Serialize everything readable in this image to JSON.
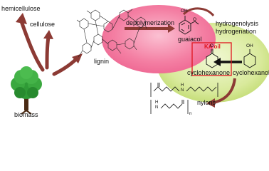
{
  "labels": {
    "hemicellulose": "hemicellulose",
    "cellulose": "cellulose",
    "lignin": "lignin",
    "biomass": "biomass",
    "depolymerization": "depolymerization",
    "hydrogenolysis": "hydrogenolysis",
    "hydrogenation": "hydrogenation",
    "guaiacol": "guaiacol",
    "ka_oil": "KA oil",
    "cyclohexanone": "cyclohexanone",
    "cyclohexanol": "cyclohexanol",
    "nylons": "nylons",
    "oh_guaiacol": "OH",
    "methoxy": "O",
    "oh_cyclohexanol": "OH",
    "ketone_o": "O",
    "amide_n1": "N",
    "amide_h1": "H",
    "amide_n2": "N",
    "amide_h2": "H",
    "n_sub": "n"
  },
  "colors": {
    "arrow_brown": "#8c3a34",
    "pink_ellipse": "#f27aa0",
    "green_ellipse": "#d9ea9c",
    "tree_green": "#2f9a36",
    "ka_box": "#e0141e"
  }
}
